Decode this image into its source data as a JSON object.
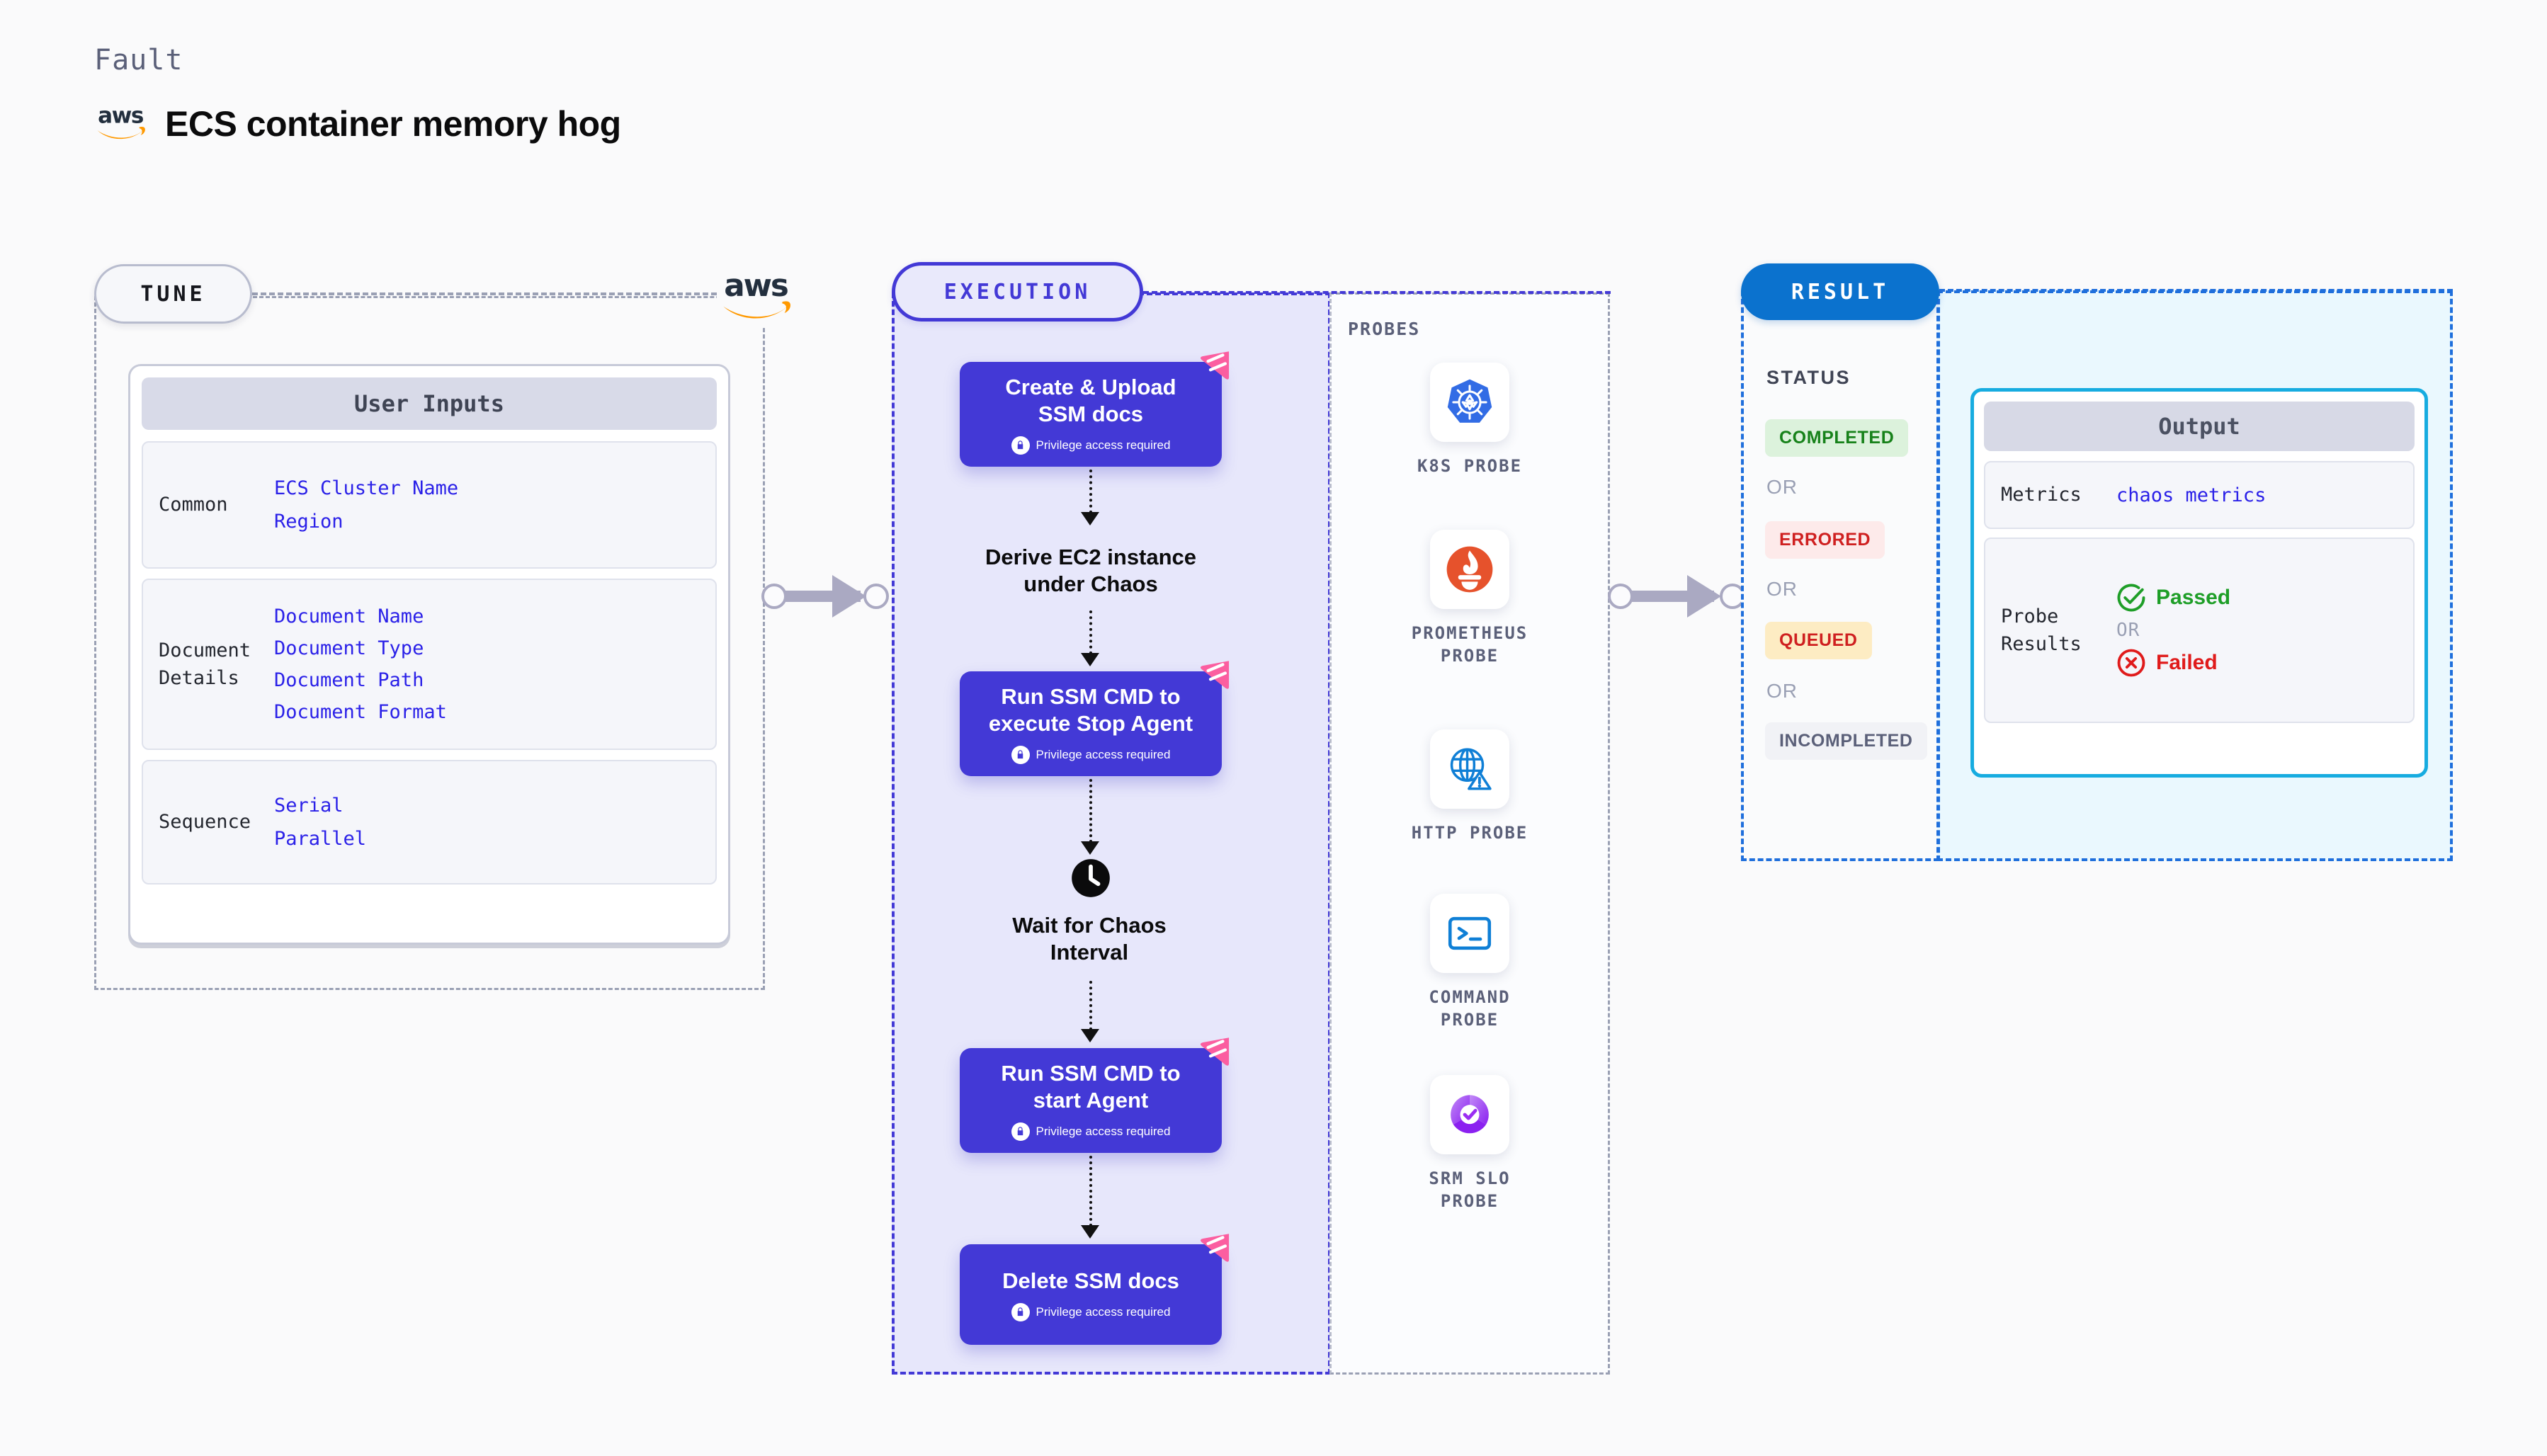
{
  "header": {
    "kicker": "Fault",
    "title": "ECS container memory hog",
    "logo_icon": "aws-logo",
    "logo_text": "aws"
  },
  "colors": {
    "accent_purple": "#4339d6",
    "accent_blue": "#0b72ce",
    "aws_orange": "#ff9900",
    "aws_navy": "#232f3e",
    "ribbon_pink": "#fb5ea0",
    "value_blue": "#2b21e8"
  },
  "tune": {
    "badge": "TUNE",
    "logo_icon": "aws-logo",
    "card": {
      "title": "User Inputs",
      "rows": [
        {
          "label": "Common",
          "values": [
            "ECS Cluster Name",
            "Region"
          ]
        },
        {
          "label": "Document\nDetails",
          "values": [
            "Document Name",
            "Document Type",
            "Document Path",
            "Document Format"
          ]
        },
        {
          "label": "Sequence",
          "values": [
            "Serial",
            "Parallel"
          ]
        }
      ]
    }
  },
  "execution": {
    "badge": "EXECUTION",
    "privilege_note": "Privilege access required",
    "steps": [
      {
        "type": "node",
        "label": "Create & Upload\nSSM docs",
        "privileged": true,
        "icon": "lock-icon",
        "ribbon": "harness-ribbon-icon"
      },
      {
        "type": "plain",
        "label": "Derive EC2 instance\nunder Chaos",
        "privileged": false,
        "icon": ""
      },
      {
        "type": "node",
        "label": "Run SSM CMD to\nexecute Stop Agent",
        "privileged": true,
        "icon": "lock-icon",
        "ribbon": "harness-ribbon-icon"
      },
      {
        "type": "plain",
        "label": "Wait for Chaos\nInterval",
        "privileged": false,
        "icon": "clock-icon"
      },
      {
        "type": "node",
        "label": "Run SSM CMD to\nstart Agent",
        "privileged": true,
        "icon": "lock-icon",
        "ribbon": "harness-ribbon-icon"
      },
      {
        "type": "node",
        "label": "Delete SSM docs",
        "privileged": true,
        "icon": "lock-icon",
        "ribbon": "harness-ribbon-icon"
      }
    ]
  },
  "probes": {
    "title": "PROBES",
    "items": [
      {
        "label": "K8S PROBE",
        "icon": "kubernetes-icon"
      },
      {
        "label": "PROMETHEUS\nPROBE",
        "icon": "prometheus-icon"
      },
      {
        "label": "HTTP PROBE",
        "icon": "http-globe-icon"
      },
      {
        "label": "COMMAND\nPROBE",
        "icon": "terminal-icon"
      },
      {
        "label": "SRM SLO\nPROBE",
        "icon": "srm-slo-icon"
      }
    ]
  },
  "result": {
    "badge": "RESULT",
    "status_title": "STATUS",
    "or_label": "OR",
    "statuses": [
      {
        "label": "COMPLETED",
        "bg": "#dcf2dc",
        "fg": "#17821a"
      },
      {
        "label": "ERRORED",
        "bg": "#fdeaea",
        "fg": "#cf2020"
      },
      {
        "label": "QUEUED",
        "bg": "#fdecc3",
        "fg": "#cf2020"
      },
      {
        "label": "INCOMPLETED",
        "bg": "#f1f2f6",
        "fg": "#5b6079"
      }
    ],
    "output": {
      "title": "Output",
      "metrics_label": "Metrics",
      "metrics_value": "chaos metrics",
      "probe_results_label": "Probe\nResults",
      "passed_label": "Passed",
      "failed_label": "Failed",
      "or_label": "OR",
      "passed_icon": "check-circle-icon",
      "failed_icon": "x-circle-icon"
    }
  },
  "connectors": [
    {
      "name": "tune-to-execution"
    },
    {
      "name": "execution-to-result"
    }
  ]
}
